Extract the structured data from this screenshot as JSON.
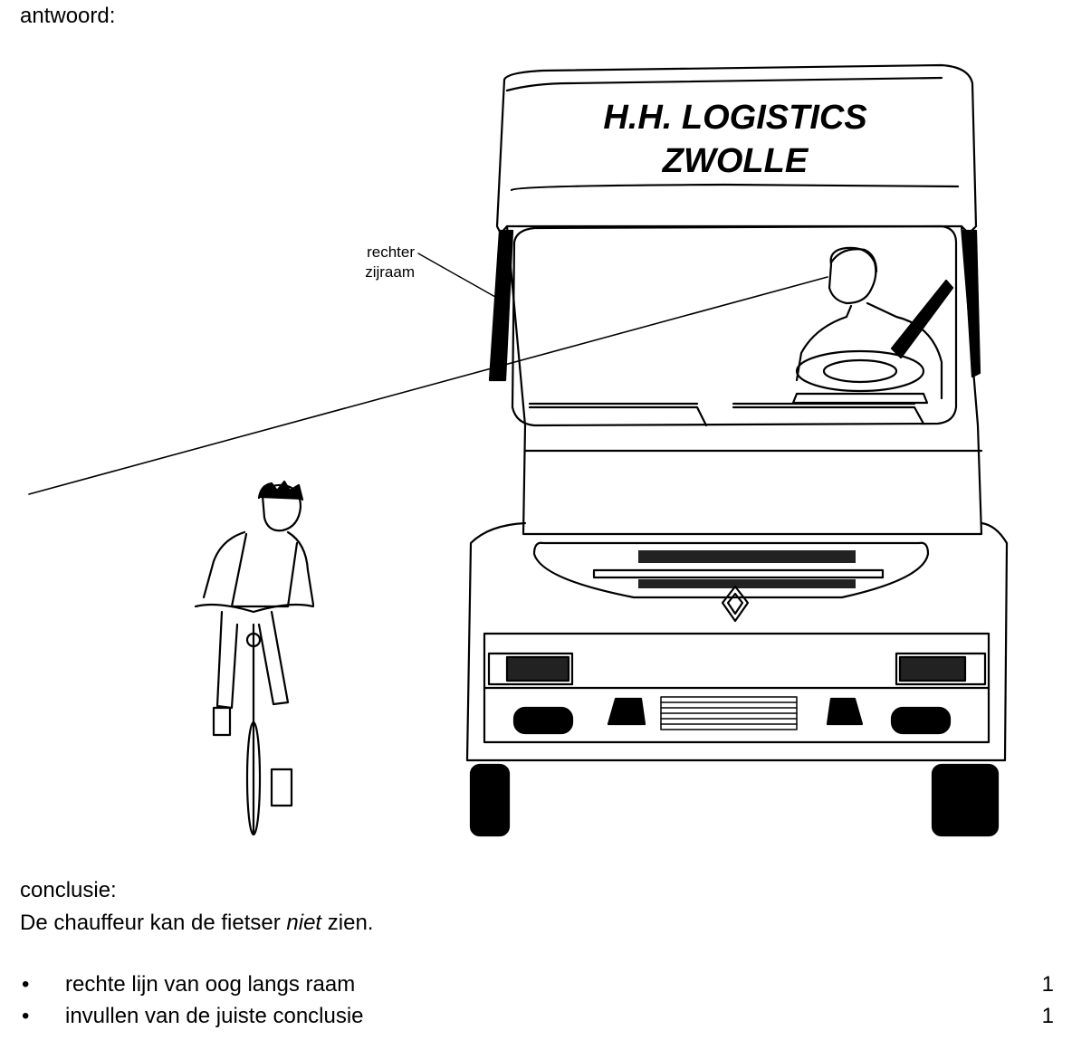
{
  "answer_label": "antwoord:",
  "figure": {
    "truck_text_line1": "H.H. LOGISTICS",
    "truck_text_line2": "ZWOLLE",
    "window_label_line1": "rechter",
    "window_label_line2": "zijraam"
  },
  "conclusion": {
    "label": "conclusie:",
    "text_before": "De chauffeur kan de fietser ",
    "text_emphasis": "niet",
    "text_after": " zien."
  },
  "rubric": [
    {
      "bullet": "•",
      "description": "rechte lijn van oog langs raam",
      "points": "1"
    },
    {
      "bullet": "•",
      "description": "invullen van de juiste conclusie",
      "points": "1"
    }
  ]
}
